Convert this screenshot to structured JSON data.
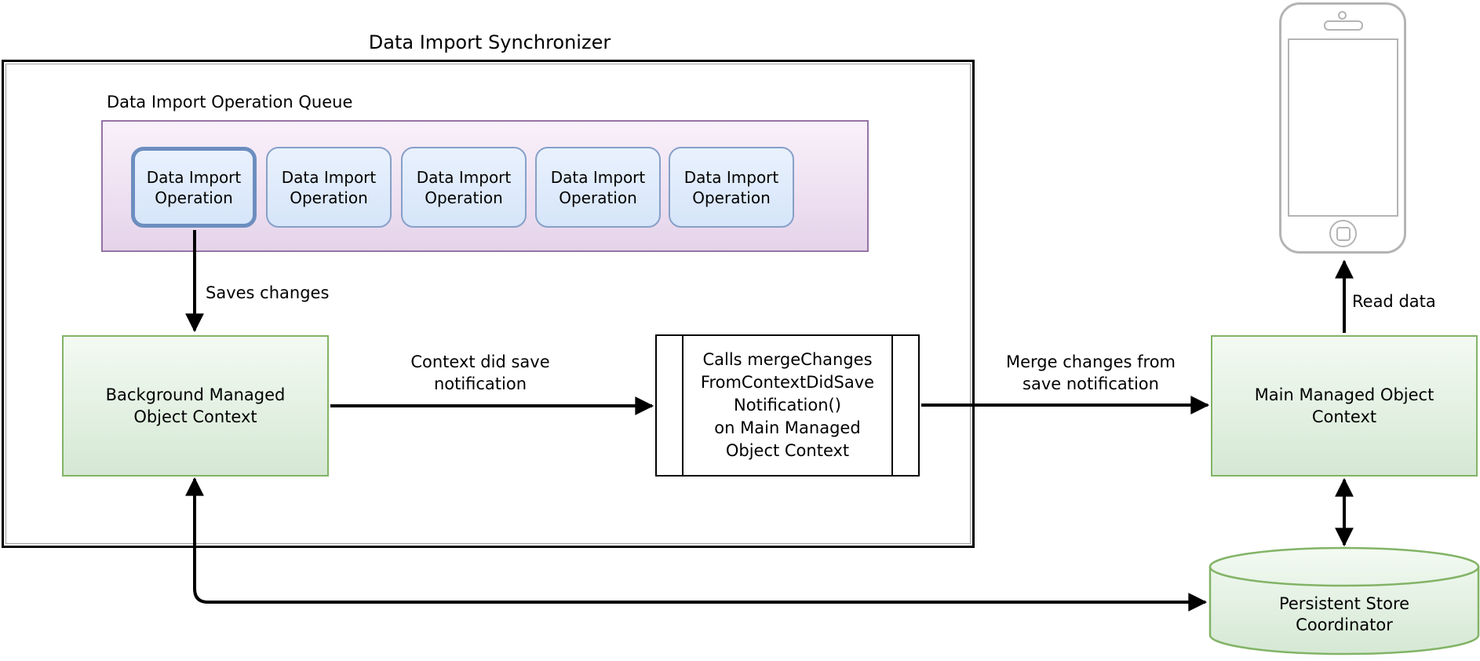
{
  "title": "Data Import Synchronizer",
  "queue": {
    "label": "Data Import Operation Queue",
    "operations": [
      "Data Import\nOperation",
      "Data Import\nOperation",
      "Data Import\nOperation",
      "Data Import\nOperation",
      "Data Import\nOperation"
    ]
  },
  "nodes": {
    "background_context": "Background Managed\nObject Context",
    "merge_call": "Calls mergeChanges\nFromContextDidSave\nNotification()\non Main Managed\nObject Context",
    "main_context": "Main Managed Object\nContext",
    "persistent_store": "Persistent Store\nCoordinator"
  },
  "edge_labels": {
    "saves_changes": "Saves changes",
    "context_did_save": "Context did save\nnotification",
    "merge_changes": "Merge changes from\nsave notification",
    "read_data": "Read data"
  },
  "icons": {
    "device": "iphone-outline-icon"
  },
  "colors": {
    "queue_stroke": "#9673a6",
    "queue_fill_top": "#f9f1fa",
    "queue_fill_bottom": "#e5d3ea",
    "operation_stroke": "#6c8ebf",
    "operation_fill_top": "#e9f1fc",
    "operation_fill_bottom": "#d6e5fa",
    "context_stroke": "#82b366",
    "context_fill_top": "#f3faf2",
    "context_fill_bottom": "#d5e8d4",
    "process_stroke": "#000000",
    "connector": "#000000",
    "device_stroke": "#b4b4b4"
  }
}
